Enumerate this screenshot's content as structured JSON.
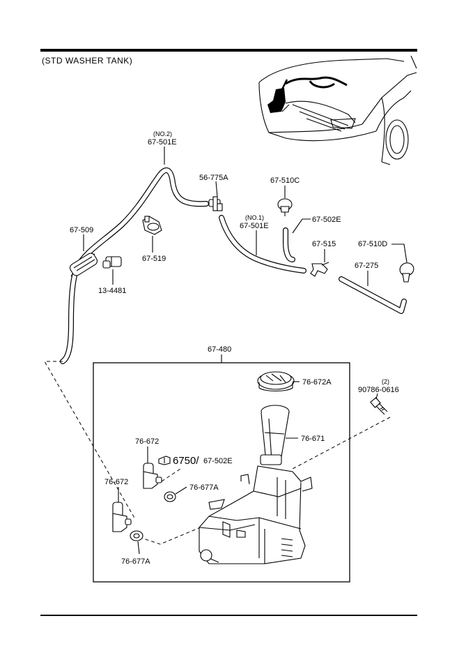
{
  "title": "(STD  WASHER  TANK)",
  "colors": {
    "ink": "#000000",
    "paper": "#ffffff"
  },
  "labels": {
    "hose_no2_note": "(NO.2)",
    "hose_no2": "67-501E",
    "joint": "56-775A",
    "nozzle_c": "67-510C",
    "hose_no1_note": "(NO.1)",
    "hose_no1": "67-501E",
    "hose_short": "67-502E",
    "hose_main": "67-509",
    "clip": "67-519",
    "clamp": "13-4481",
    "tee": "67-515",
    "nozzle_d": "67-510D",
    "hose_right": "67-275",
    "tank_assy": "67-480",
    "cap": "76-672A",
    "bolt_qty": "(2)",
    "bolt": "90786-0616",
    "filler": "76-671",
    "pump_upper": "76-672",
    "ref_big": "6750/",
    "ref_hose": "67-502E",
    "grommet_upper": "76-677A",
    "pump_lower": "76-672",
    "grommet_lower": "76-677A"
  }
}
